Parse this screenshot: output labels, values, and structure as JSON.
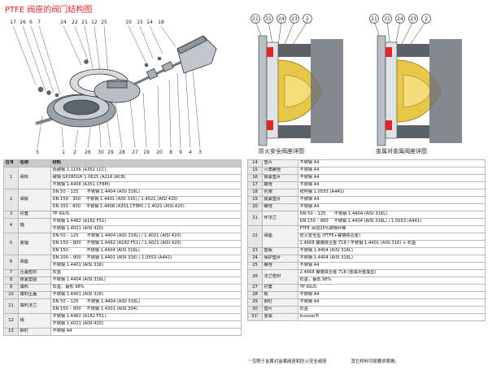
{
  "title": "PTFE 阀座的阀门结构图",
  "callouts_top": [
    "17",
    "16",
    "6",
    "7",
    "24",
    "22",
    "21",
    "12",
    "25",
    "10",
    "15",
    "14",
    "18"
  ],
  "callouts_bottom": [
    "5",
    "1",
    "2",
    "26",
    "30",
    "29",
    "28",
    "27",
    "19",
    "20",
    "8",
    "9",
    "4",
    "3"
  ],
  "detail_left": {
    "caption": "防火安全阀座详图",
    "callouts": [
      "21",
      "31",
      "24",
      "23",
      "2"
    ]
  },
  "detail_right": {
    "caption": "金属对金属阀座详图",
    "callouts": [
      "21",
      "31",
      "24",
      "23",
      "2"
    ]
  },
  "table_left": {
    "headers": [
      "位号",
      "名称",
      "材料"
    ],
    "rows": [
      {
        "num": "1",
        "name": "阀体",
        "rowspan": 3,
        "materials": [
          "低碳钢 1.1156 (A352 LCC)",
          "碳钢 GP280GH 1.0625 (A216 WCB)",
          "不锈钢 1.4408 (A351 CF8M)"
        ]
      },
      {
        "num": "2",
        "name": "阀板",
        "rowspan": 3,
        "materials": [
          "DN 50 – 125　　不锈钢 1.4404 (AISI 316L)",
          "DN 150 - 300　 不锈钢 1.4401 (AISI 316) / 1.4021 (AISI 420)",
          "DN 350 - 800　 不锈钢 1.4408 (A351 CF8M) / 1.4021 (AISI 420)"
        ]
      },
      {
        "num": "3",
        "name": "衬套",
        "rowspan": 1,
        "materials": [
          "TP IGUS"
        ]
      },
      {
        "num": "4",
        "name": "轴",
        "rowspan": 2,
        "materials": [
          "不锈钢 1.4462 (A182 F51)",
          "不锈钢 1.4021 (AISI 420)"
        ]
      },
      {
        "num": "5",
        "name": "底轴",
        "rowspan": 3,
        "materials": [
          "DN 50 – 125　　不锈钢 1.4404 (AISI 316L) / 1.4021 (AISI 420)",
          "DN 150 – 800　 不锈钢 1.4462 (A182 F51) / 1.4021 (AISI 420)",
          "DN 150　　　　 不锈钢 1.4404 (AISI 316L)"
        ]
      },
      {
        "num": "6",
        "name": "阀座",
        "rowspan": 2,
        "materials": [
          "DN 200 – 800　 不锈钢 1.4401 (AISI 316) / 1.0553 (A441)",
          "不锈钢 1.4401 (AISI 316)"
        ]
      },
      {
        "num": "7",
        "name": "压盖密封",
        "rowspan": 1,
        "materials": [
          "石墨"
        ]
      },
      {
        "num": "8",
        "name": "锁紧垫圈",
        "rowspan": 1,
        "materials": [
          "不锈钢 1.4404 (AISI 316L)"
        ]
      },
      {
        "num": "9",
        "name": "填料",
        "rowspan": 1,
        "materials": [
          "石墨，最低 98%"
        ]
      },
      {
        "num": "10",
        "name": "填料压盖",
        "rowspan": 1,
        "materials": [
          "不锈钢 1.4401 (AISI 316)"
        ]
      },
      {
        "num": "11",
        "name": "填料法兰",
        "rowspan": 2,
        "materials": [
          "DN 50 – 125　　不锈钢 1.4404 (AISI 316L)",
          "DN 150 – 800　 不锈钢 1.4301 (AISI 304)"
        ]
      },
      {
        "num": "12",
        "name": "销",
        "rowspan": 2,
        "materials": [
          "不锈钢 1.4462 (A182 F51)",
          "不锈钢 1.4021 (AISI 420)"
        ]
      },
      {
        "num": "13",
        "name": "铆钉",
        "rowspan": 1,
        "materials": [
          "不锈钢 A4"
        ]
      }
    ]
  },
  "table_right": {
    "rows": [
      {
        "num": "14",
        "name": "垫片",
        "rowspan": 1,
        "materials": [
          "不锈钢 A4"
        ]
      },
      {
        "num": "15",
        "name": "六角螺栓",
        "rowspan": 1,
        "materials": [
          "不锈钢 A4"
        ]
      },
      {
        "num": "16",
        "name": "锁紧垫片",
        "rowspan": 1,
        "materials": [
          "不锈钢 A4"
        ]
      },
      {
        "num": "17",
        "name": "螺栓",
        "rowspan": 1,
        "materials": [
          "不锈钢 A4"
        ]
      },
      {
        "num": "18",
        "name": "托架",
        "rowspan": 1,
        "materials": [
          "结构钢 1.0553 (A441)"
        ]
      },
      {
        "num": "19",
        "name": "锁紧垫片",
        "rowspan": 1,
        "materials": [
          "不锈钢 A4"
        ]
      },
      {
        "num": "20",
        "name": "螺栓",
        "rowspan": 1,
        "materials": [
          "不锈钢 A4"
        ]
      },
      {
        "num": "21",
        "name": "环法兰",
        "rowspan": 2,
        "materials": [
          "DN 50 – 125　　不锈钢 1.4404 (AISI 316L)",
          "DN 150 – 800　 不锈钢 1.4404 (AISI 316L) / 1.0553 (A441)"
        ]
      },
      {
        "num": "22",
        "name": "阀座",
        "rowspan": 3,
        "materials": [
          "PTFE 添加25%玻璃纤维",
          "防火安全型 (PTFE+镍铬铁合金)",
          "2.4668 镍铬铁合金 718 / 不锈钢 1.4401 (AISI 316) + 石墨"
        ]
      },
      {
        "num": "23",
        "name": "垫板",
        "rowspan": 1,
        "materials": [
          "不锈钢 1.4404 (AISI 316L)"
        ]
      },
      {
        "num": "24",
        "name": "保护垫片",
        "rowspan": 1,
        "materials": [
          "不锈钢 1.4404 (AISI 316L)"
        ]
      },
      {
        "num": "25",
        "name": "螺栓",
        "rowspan": 1,
        "materials": [
          "不锈钢 A4"
        ]
      },
      {
        "num": "26",
        "name": "法兰密封",
        "rowspan": 2,
        "materials": [
          "2.4668 镍铬铁合金 718 (金属对金属型)",
          "石墨，最低 98%"
        ]
      },
      {
        "num": "27",
        "name": "衬套",
        "rowspan": 1,
        "materials": [
          "TP IGUS"
        ]
      },
      {
        "num": "28",
        "name": "轭",
        "rowspan": 1,
        "materials": [
          "不锈钢 A4"
        ]
      },
      {
        "num": "29",
        "name": "铆钉",
        "rowspan": 1,
        "materials": [
          "不锈钢 A4"
        ]
      },
      {
        "num": "30",
        "name": "垫片",
        "rowspan": 1,
        "materials": [
          "石墨"
        ]
      },
      {
        "num": "31¹",
        "name": "金属",
        "rowspan": 1,
        "materials": [
          "Inconel®"
        ]
      }
    ]
  },
  "footnotes": [
    "¹ 仅限于金属对金属阀座和防火安全阀座",
    "其它材料可按要求索做。"
  ]
}
